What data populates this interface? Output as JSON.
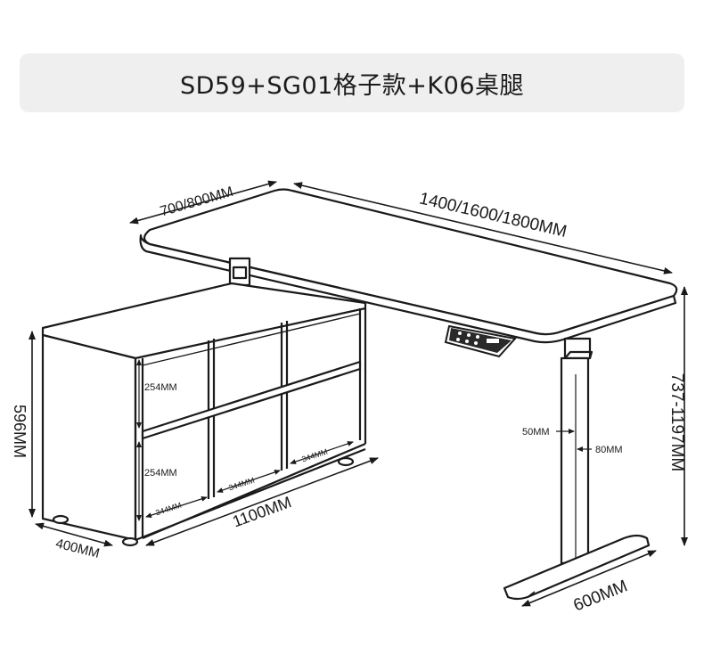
{
  "title": "SD59+SG01格子款+K06桌腿",
  "dimensions": {
    "side_depth": "700/800MM",
    "desk_width": "1400/1600/1800MM",
    "height_range": "737-1197MM",
    "cabinet_height": "596MM",
    "cabinet_depth": "400MM",
    "cabinet_width": "1100MM",
    "foot_length": "600MM",
    "column_outer": "50MM",
    "column_inner": "80MM",
    "cell_height_upper": "254MM",
    "cell_height_lower": "254MM",
    "cell_width_left": "344MM",
    "cell_width_middle": "344MM",
    "cell_width_right": "344MM"
  },
  "colors": {
    "line": "#1a1a1a",
    "title_bg": "#efefef",
    "text": "#1b1b1b"
  }
}
